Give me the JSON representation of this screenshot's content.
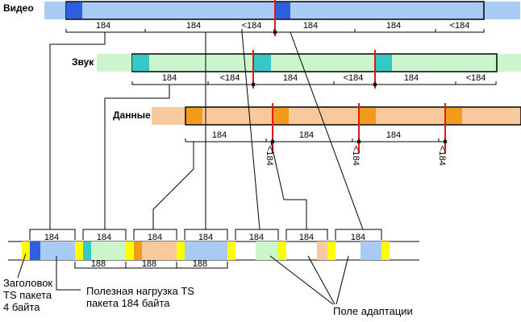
{
  "streams": {
    "video": {
      "title": "Видео",
      "colors": {
        "bg": "#a8cbf5",
        "header": "#2f5fe0"
      },
      "segment_labels": [
        "184",
        "184",
        "<184",
        "184",
        "184",
        "<184"
      ]
    },
    "audio": {
      "title": "Звук",
      "colors": {
        "bg": "#ccf5cc",
        "header": "#36c8c8"
      },
      "segment_labels": [
        "184",
        "<184",
        "184",
        "<184",
        "184",
        "<184"
      ]
    },
    "data": {
      "title": "Данные",
      "colors": {
        "bg": "#f8c99c",
        "header": "#f39a1a"
      },
      "segment_labels": [
        "184",
        "<184",
        "184",
        "<184",
        "184",
        "<184"
      ]
    }
  },
  "ts_stream": {
    "packet_top_labels": [
      "184",
      "184",
      "184",
      "184",
      "184",
      "184",
      "184"
    ],
    "packet_bottom_labels": [
      "188",
      "188",
      "188"
    ],
    "colors": {
      "sync": "#ffff00",
      "video_header": "#2f5fe0"
    }
  },
  "notes": {
    "header_lines": [
      "Заголовок",
      "TS пакета",
      "4 байта"
    ],
    "payload_lines": [
      "Полезная нагрузка TS",
      "пакета 184 байта"
    ],
    "adaptation": "Поле адаптации"
  },
  "colors": {
    "marker": "#e01818",
    "line": "#000000"
  }
}
